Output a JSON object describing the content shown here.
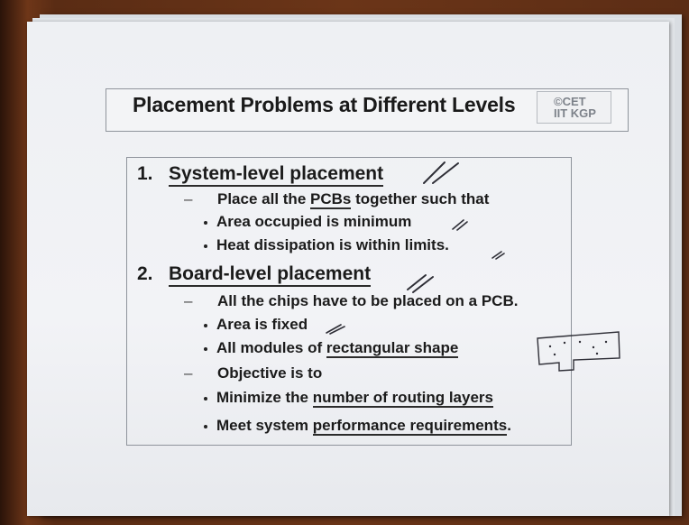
{
  "slide": {
    "title": "Placement Problems at Different Levels",
    "logo_line1": "©CET",
    "logo_line2": "IIT KGP"
  },
  "items": {
    "h1_num": "1.",
    "h1_text": "System-level placement",
    "h1_sub1": "Place all the PCBs together such that",
    "h1_sub1_pre": "Place all the ",
    "h1_sub1_pcb": "PCBs",
    "h1_sub1_post": " together such that",
    "h1_b1": "Area occupied is minimum",
    "h1_b2": "Heat dissipation is within limits.",
    "h2_num": "2.",
    "h2_text": "Board-level placement",
    "h2_sub1": "All the chips have to be placed on a PCB.",
    "h2_b1": "Area is fixed",
    "h2_b2_pre": "All modules of ",
    "h2_b2_u": "rectangular shape",
    "h2_sub2": "Objective is to",
    "h2_b3_pre": "Minimize the ",
    "h2_b3_u": "number of routing layers",
    "h2_b4_pre": "Meet system ",
    "h2_b4_u": "performance requirements",
    "h2_b4_post": "."
  }
}
